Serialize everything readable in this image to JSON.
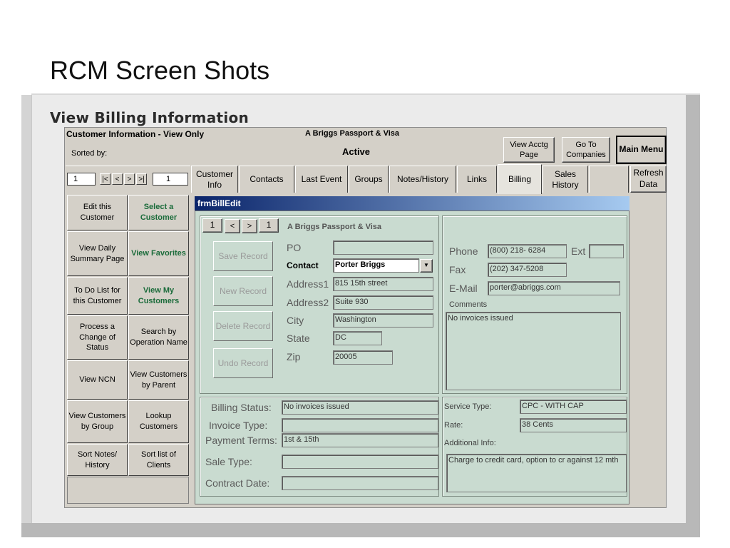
{
  "slide": {
    "title": "RCM Screen Shots",
    "section": "View Billing Information"
  },
  "app": {
    "window_title": "Customer Information - View Only",
    "company": "A Briggs Passport & Visa",
    "sorted_by_label": "Sorted by:",
    "status": "Active",
    "buttons": {
      "view_acctg": "View Acctg Page",
      "go_to_companies": "Go To Companies",
      "main_menu": "Main Menu",
      "refresh": "Refresh Data"
    },
    "nav": {
      "record": "1",
      "first": "|<",
      "prev": "<",
      "next": ">",
      "last": ">|",
      "total": "1"
    },
    "tabs": [
      {
        "label": "Customer Info"
      },
      {
        "label": "Contacts"
      },
      {
        "label": "Last Event"
      },
      {
        "label": "Groups"
      },
      {
        "label": "Notes/History"
      },
      {
        "label": "Links"
      },
      {
        "label": "Billing"
      },
      {
        "label": "Sales History"
      }
    ],
    "sidebar": [
      {
        "label": "Edit this Customer"
      },
      {
        "label": "Select a Customer"
      },
      {
        "label": "View Daily Summary Page"
      },
      {
        "label": "View Favorites"
      },
      {
        "label": "To Do List for this Customer"
      },
      {
        "label": "View My Customers"
      },
      {
        "label": "Process a Change of Status"
      },
      {
        "label": "Search by Operation Name"
      },
      {
        "label": "View NCN"
      },
      {
        "label": "View Customers by Parent"
      },
      {
        "label": "View Customers by Group"
      },
      {
        "label": "Lookup Customers"
      },
      {
        "label": "Sort Notes/ History"
      },
      {
        "label": "Sort list of Clients"
      }
    ]
  },
  "form": {
    "title": "frmBillEdit",
    "nav": {
      "record": "1",
      "prev": "<",
      "next": ">",
      "total": "1"
    },
    "company": "A Briggs Passport & Visa",
    "buttons": {
      "save": "Save Record",
      "new": "New Record",
      "delete": "Delete Record",
      "undo": "Undo Record"
    },
    "labels": {
      "po": "PO",
      "contact": "Contact",
      "address1": "Address1",
      "address2": "Address2",
      "city": "City",
      "state": "State",
      "zip": "Zip",
      "phone": "Phone",
      "ext": "Ext",
      "fax": "Fax",
      "email": "E-Mail",
      "comments": "Comments",
      "billing_status": "Billing Status:",
      "invoice_type": "Invoice Type:",
      "payment_terms": "Payment Terms:",
      "sale_type": "Sale Type:",
      "contract_date": "Contract Date:",
      "service_type": "Service Type:",
      "rate": "Rate:",
      "additional_info": "Additional Info:"
    },
    "values": {
      "po": "",
      "contact": "Porter Briggs",
      "address1": "815 15th street",
      "address2": "Suite 930",
      "city": "Washington",
      "state": "DC",
      "zip": "20005",
      "phone": "(800) 218- 6284",
      "ext": "",
      "fax": "(202) 347-5208",
      "email": "porter@abriggs.com",
      "comments": "No invoices issued",
      "billing_status": "No invoices issued",
      "invoice_type": "",
      "payment_terms": "1st & 15th",
      "sale_type": "",
      "contract_date": "",
      "service_type": "CPC - WITH CAP",
      "rate": "38 Cents",
      "additional_info": "Charge to credit card, option to cr against 12 mth"
    }
  }
}
